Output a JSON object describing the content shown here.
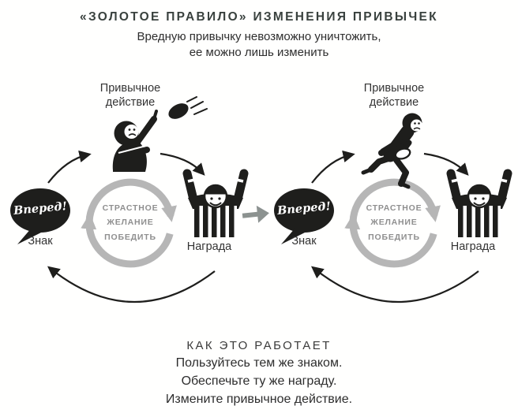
{
  "title": "«ЗОЛОТОЕ ПРАВИЛО» ИЗМЕНЕНИЯ ПРИВЫЧЕК",
  "subtitle": {
    "line1": "Вредную привычку невозможно уничтожить,",
    "line2": "ее можно лишь изменить"
  },
  "loops": [
    {
      "id": "before",
      "routine_label": "Привычное\nдействие",
      "routine_figure": "football-player-throwing-ball",
      "cue_figure": "speech-bubble",
      "cue_bubble_text": "Вперед!",
      "cue_label": "Знак",
      "craving_label": "СТРАСТНОЕ\nЖЕЛАНИЕ\nПОБЕДИТЬ",
      "reward_figure": "referee-signaling-touchdown",
      "reward_label": "Награда"
    },
    {
      "id": "after",
      "routine_label": "Привычное\nдействие",
      "routine_figure": "football-player-running-with-ball",
      "cue_figure": "speech-bubble",
      "cue_bubble_text": "Вперед!",
      "cue_label": "Знак",
      "craving_label": "СТРАСТНОЕ\nЖЕЛАНИЕ\nПОБЕДИТЬ",
      "reward_figure": "referee-signaling-touchdown",
      "reward_label": "Награда"
    }
  ],
  "transform_arrow": {
    "direction": "right"
  },
  "footer": {
    "heading": "КАК ЭТО РАБОТАЕТ",
    "lines": [
      "Пользуйтесь тем же знаком.",
      "Обеспечьте ту же награду.",
      "Измените привычное действие."
    ]
  },
  "colors": {
    "ink": "#39413e",
    "figure_black": "#1e1e1c",
    "ring_gray": "#b6b6b6",
    "craving_gray": "#8f8f8f",
    "transform_arrow_gray": "#8c9290",
    "background": "#ffffff"
  }
}
